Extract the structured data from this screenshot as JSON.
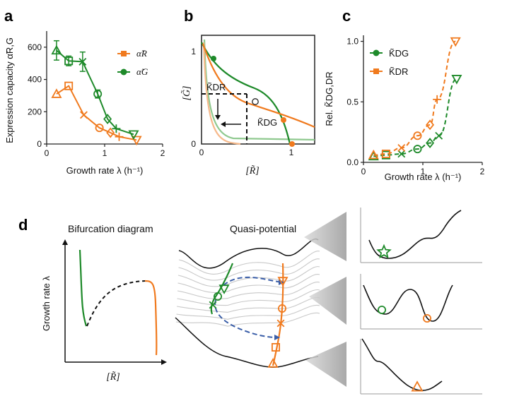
{
  "panels": {
    "a": "a",
    "b": "b",
    "c": "c",
    "d": "d"
  },
  "colors": {
    "orange": "#f07a1e",
    "green": "#1e8a2a",
    "light_orange": "#f6b98b",
    "light_green": "#8fc98f",
    "blue": "#3a5ea8"
  },
  "panel_a": {
    "ylabel": "Expression capacity α̃R,G",
    "xlabel": "Growth rate λ (h⁻¹)",
    "legend_R": "α̃R",
    "legend_G": "α̃G"
  },
  "panel_b": {
    "xlabel": "[R̃]",
    "ylabel": "[G̃]",
    "label_DR": "K̃DR",
    "label_DG": "K̃DG"
  },
  "panel_c": {
    "ylabel": "Rel. K̃DG,DR",
    "xlabel": "Growth rate λ (h⁻¹)",
    "legend_DG": "K̃DG",
    "legend_DR": "K̃DR"
  },
  "panel_d": {
    "bifurcation_title": "Bifurcation diagram",
    "quasi_title": "Quasi-potential",
    "ylabel": "Growth rate λ",
    "xlabel": "[R̃]"
  },
  "chart_data": [
    {
      "type": "scatter",
      "panel": "a",
      "xlabel": "Growth rate λ (h⁻¹)",
      "ylabel": "Expression capacity α̃R,G",
      "xlim": [
        0,
        2
      ],
      "ylim": [
        0,
        700
      ],
      "xticks": [
        "0",
        "1",
        "2"
      ],
      "yticks": [
        "0",
        "200",
        "400",
        "600"
      ],
      "series": [
        {
          "name": "α̃R",
          "color": "#f07a1e",
          "x": [
            0.17,
            0.38,
            0.64,
            0.91,
            1.1,
            1.25,
            1.55
          ],
          "y": [
            310,
            360,
            180,
            100,
            70,
            45,
            25
          ],
          "markers": [
            "triangle",
            "square",
            "x",
            "circle",
            "diamond",
            "plus",
            "triangle-down"
          ]
        },
        {
          "name": "α̃G",
          "color": "#1e8a2a",
          "x": [
            0.17,
            0.38,
            0.62,
            0.88,
            1.05,
            1.2,
            1.5
          ],
          "y": [
            580,
            515,
            510,
            310,
            155,
            95,
            60
          ],
          "err": [
            60,
            30,
            60,
            25,
            0,
            0,
            0
          ],
          "markers": [
            "triangle",
            "square",
            "x",
            "circle",
            "diamond",
            "plus",
            "triangle-down"
          ]
        }
      ]
    },
    {
      "type": "line",
      "panel": "b",
      "xlabel": "[R̃]",
      "ylabel": "[G̃]",
      "xlim": [
        0,
        1.2
      ],
      "ylim": [
        0,
        1.2
      ],
      "xticks": [
        "0",
        "1"
      ],
      "yticks": [
        "0",
        "1"
      ]
    },
    {
      "type": "scatter",
      "panel": "c",
      "xlabel": "Growth rate λ (h⁻¹)",
      "ylabel": "Rel. K̃DG,DR",
      "xlim": [
        0,
        2
      ],
      "ylim": [
        0,
        1.05
      ],
      "xticks": [
        "0",
        "1",
        "2"
      ],
      "yticks": [
        "0.0",
        "0.5",
        "1.0"
      ],
      "series": [
        {
          "name": "K̃DG",
          "color": "#1e8a2a",
          "x": [
            0.17,
            0.38,
            0.64,
            0.91,
            1.12,
            1.27,
            1.57
          ],
          "y": [
            0.05,
            0.06,
            0.07,
            0.11,
            0.16,
            0.22,
            0.69
          ],
          "markers": [
            "triangle",
            "square",
            "x",
            "circle",
            "diamond",
            "x",
            "triangle-down"
          ]
        },
        {
          "name": "K̃DR",
          "color": "#f07a1e",
          "x": [
            0.17,
            0.38,
            0.64,
            0.91,
            1.12,
            1.24,
            1.55
          ],
          "y": [
            0.06,
            0.07,
            0.12,
            0.22,
            0.31,
            0.52,
            1.0
          ],
          "markers": [
            "triangle",
            "square",
            "x",
            "circle",
            "diamond",
            "plus",
            "triangle-down"
          ]
        }
      ]
    }
  ]
}
